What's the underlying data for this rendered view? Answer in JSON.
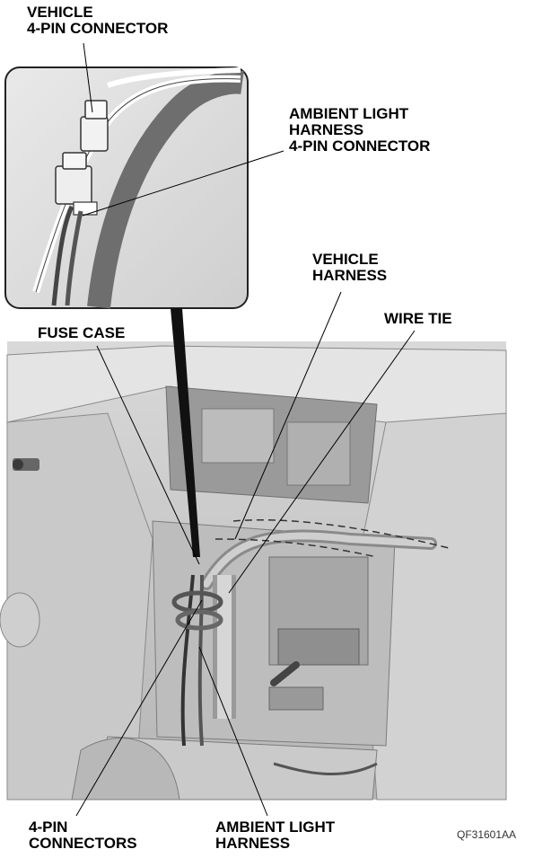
{
  "labels": {
    "vehicle_connector": [
      "VEHICLE",
      "4-PIN CONNECTOR"
    ],
    "ambient_connector": [
      "AMBIENT LIGHT",
      "HARNESS",
      "4-PIN CONNECTOR"
    ],
    "vehicle_harness": [
      "VEHICLE",
      "HARNESS"
    ],
    "wire_tie": "WIRE TIE",
    "fuse_case": "FUSE CASE",
    "four_pin_connectors": [
      "4-PIN",
      "CONNECTORS"
    ],
    "ambient_harness": [
      "AMBIENT LIGHT",
      "HARNESS"
    ]
  },
  "figure_code": "QF31601AA",
  "icons": [
    "inset-magnifier",
    "dashboard-illustration"
  ]
}
